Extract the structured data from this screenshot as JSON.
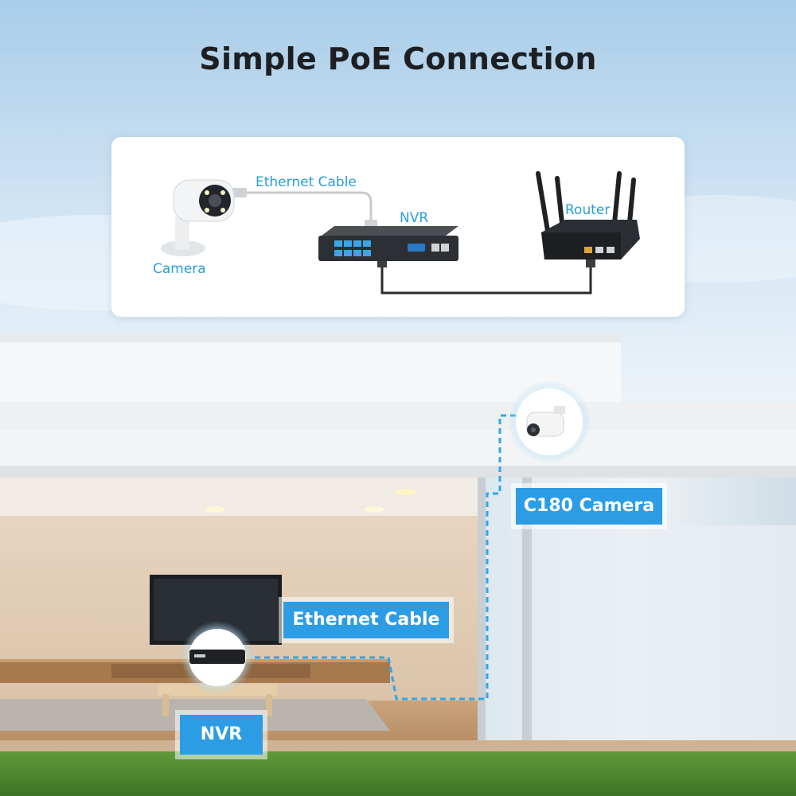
{
  "title": "Simple PoE Connection",
  "diagram": {
    "ethernet_cable_label": "Ethernet Cable",
    "nvr_label": "NVR",
    "router_label": "Router",
    "camera_label": "Camera"
  },
  "scene": {
    "camera_tag": "C180 Camera",
    "ethernet_tag": "Ethernet Cable",
    "nvr_tag": "NVR"
  },
  "colors": {
    "accent": "#2c9de4",
    "label_blue": "#2b9ed6",
    "title": "#1d1f22"
  },
  "icons": [
    "bullet-camera-icon",
    "nvr-device-icon",
    "router-icon"
  ]
}
